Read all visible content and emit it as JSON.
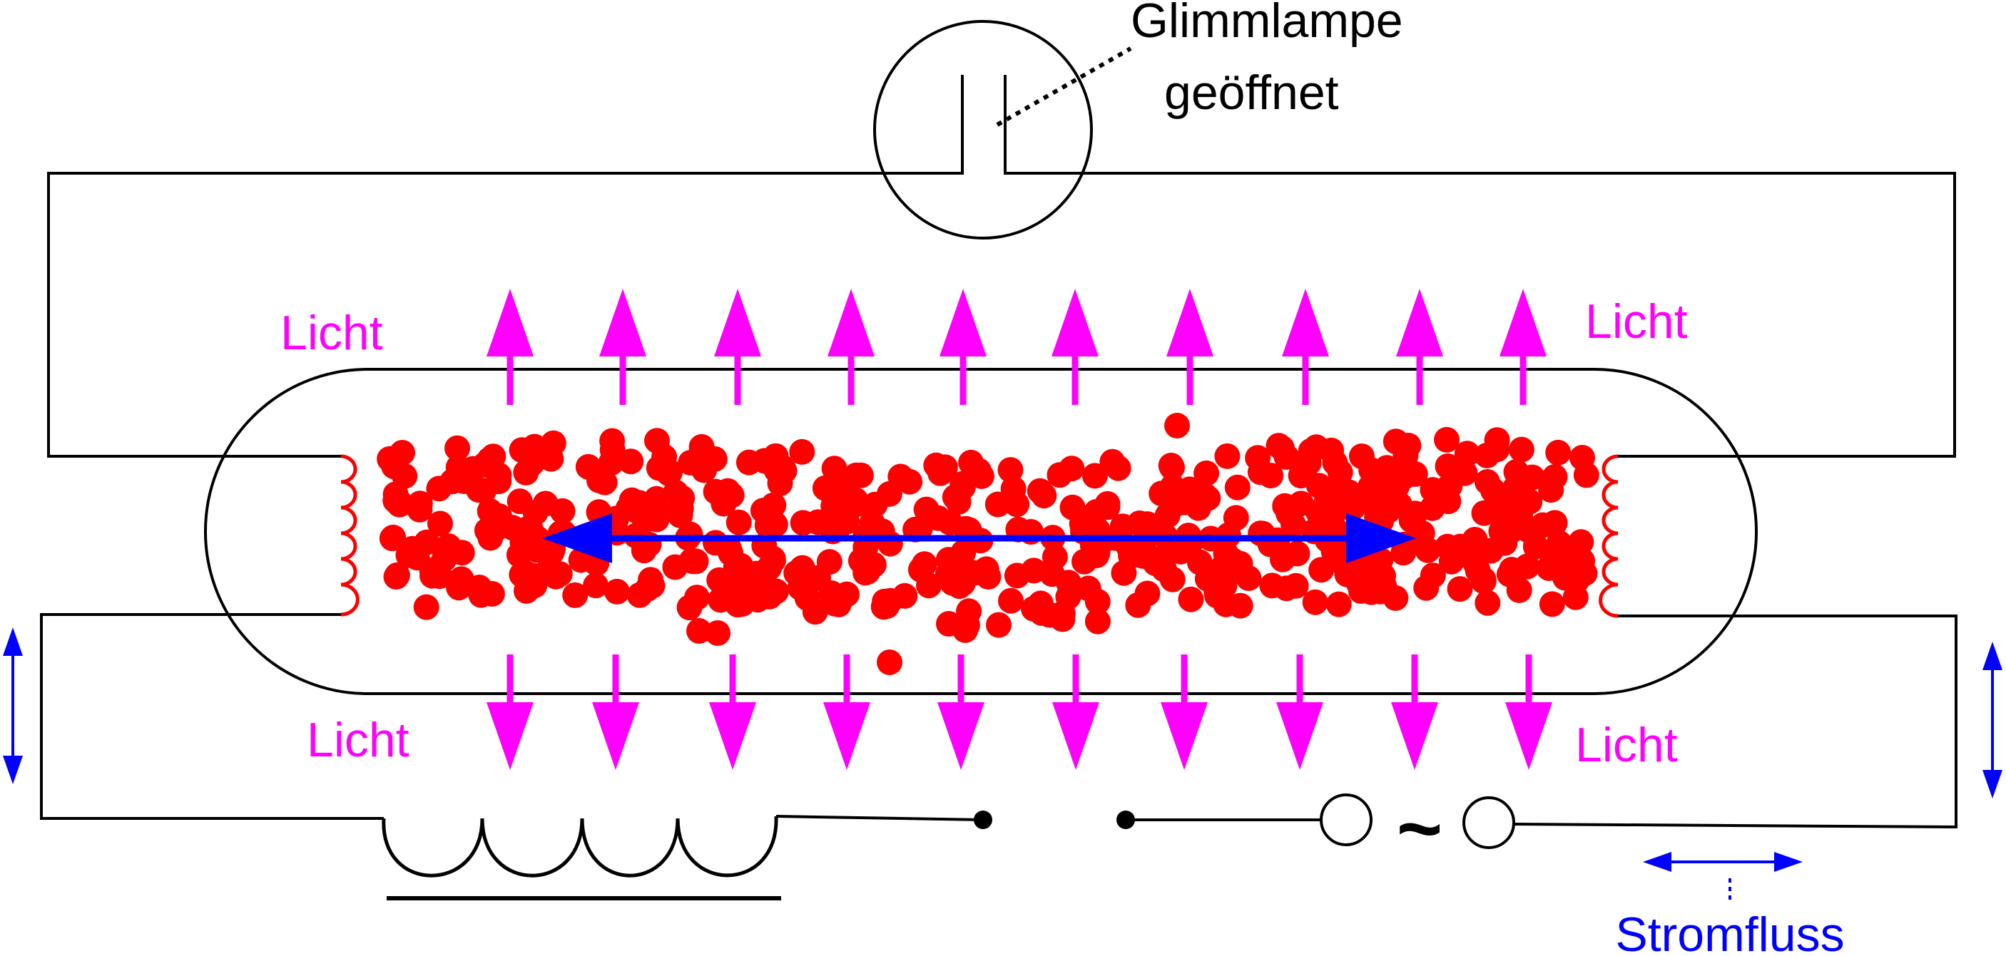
{
  "labels": {
    "glimmlampe_line1": "Glimmlampe",
    "glimmlampe_line2": "geöffnet",
    "light_top_left": "Licht",
    "light_top_right": "Licht",
    "light_bottom_left": "Licht",
    "light_bottom_right": "Licht",
    "current_symbol": "~",
    "current_flow": "Stromfluss"
  },
  "colors": {
    "wire": "#000000",
    "light": "#ff00ff",
    "current": "#0000ff",
    "electrons": "#ff0000",
    "filament": "#ff0000"
  }
}
